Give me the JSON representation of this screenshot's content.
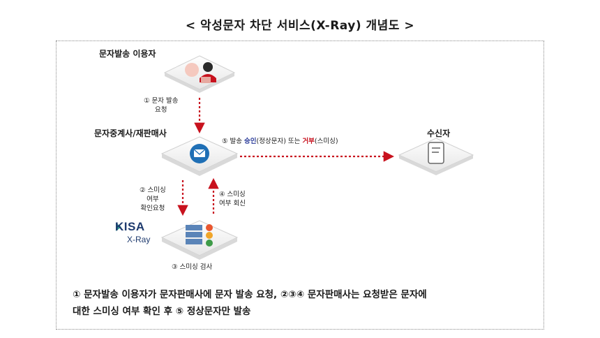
{
  "title": "< 악성문자 차단 서비스(X-Ray) 개념도 >",
  "nodes": {
    "sender": "문자발송 이용자",
    "broker": "문자중계사/재판매사",
    "receiver": "수신자",
    "kisa_logo": "KISA",
    "kisa_sub": "X-Ray"
  },
  "steps": {
    "step1_line1": "① 문자 발송",
    "step1_line2": "요청",
    "step2_line1": "② 스미싱",
    "step2_line2": "여부",
    "step2_line3": "확인요청",
    "step3": "③ 스미싱 검사",
    "step4_line1": "④ 스미싱",
    "step4_line2": "여부 회신",
    "step5_prefix": "⑤ 발송 ",
    "step5_approve": "승인",
    "step5_mid": "(정상문자) 또는 ",
    "step5_reject": "거부",
    "step5_suffix": "(스미싱)"
  },
  "summary": {
    "line1": "① 문자발송 이용자가 문자판매사에 문자 발송 요청, ②③④ 문자판매사는 요청받은 문자에",
    "line2": "대한 스미싱 여부 확인 후 ⑤ 정상문자만 발송"
  },
  "colors": {
    "arrow_red": "#c8121e",
    "approve_blue": "#2c3d9a",
    "mail_blue": "#1f6fb5",
    "platform": "#f2f2f2"
  }
}
